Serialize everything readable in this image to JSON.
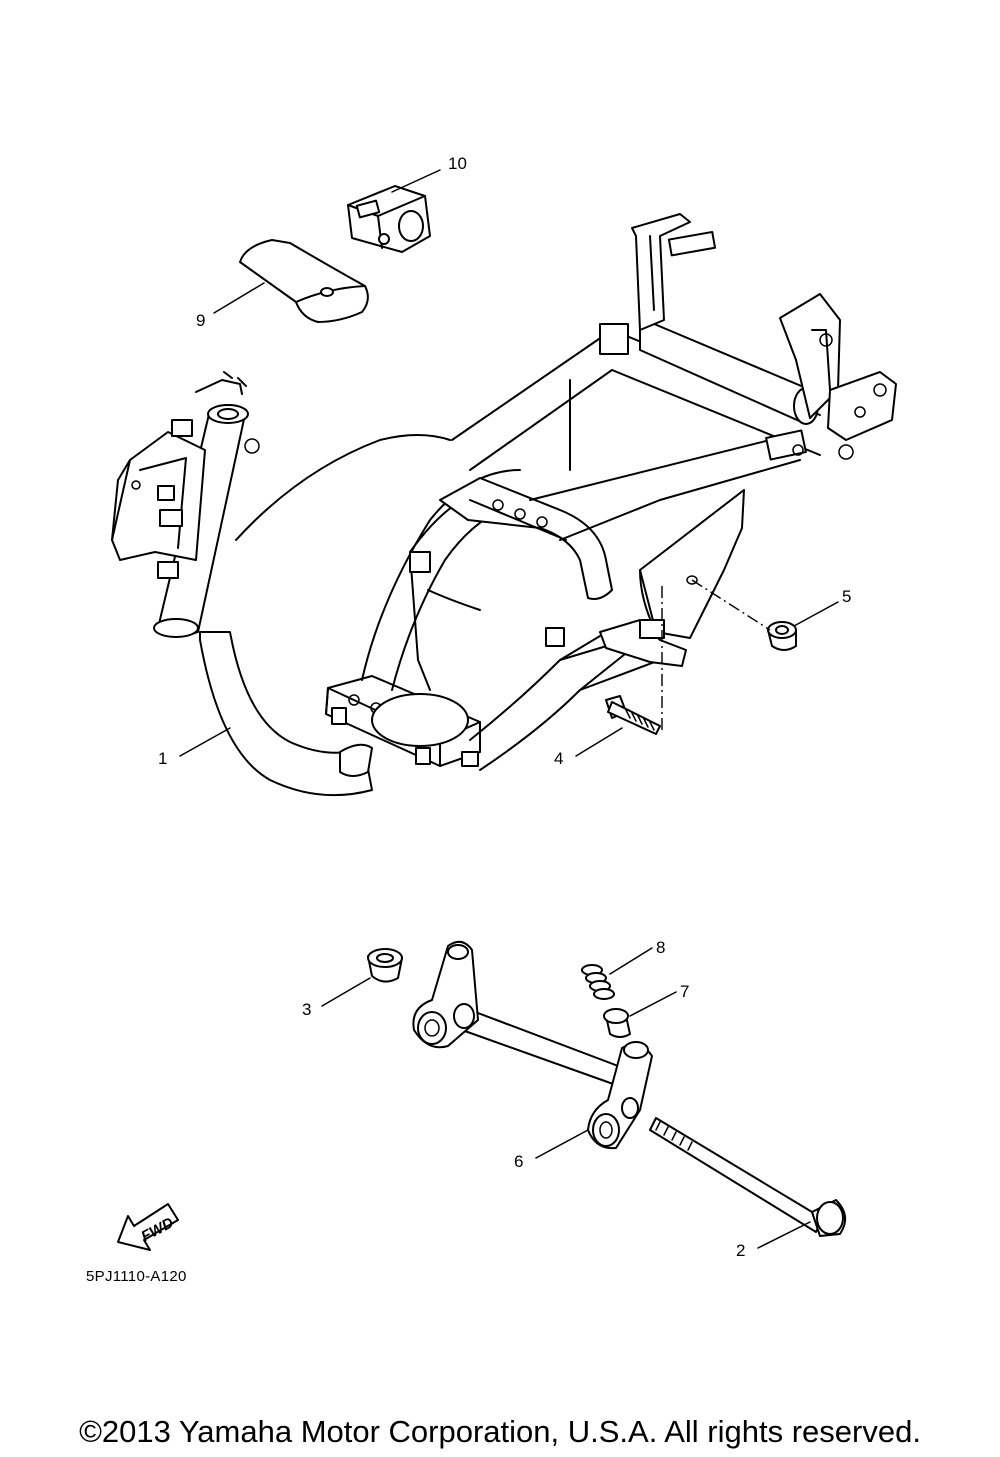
{
  "diagram": {
    "code": "5PJ1110-A120",
    "fwd_label": "FWD",
    "callouts": [
      {
        "id": "1",
        "label": "1"
      },
      {
        "id": "2",
        "label": "2"
      },
      {
        "id": "3",
        "label": "3"
      },
      {
        "id": "4",
        "label": "4"
      },
      {
        "id": "5",
        "label": "5"
      },
      {
        "id": "6",
        "label": "6"
      },
      {
        "id": "7",
        "label": "7"
      },
      {
        "id": "8",
        "label": "8"
      },
      {
        "id": "9",
        "label": "9"
      },
      {
        "id": "10",
        "label": "10"
      }
    ]
  },
  "footer": {
    "copyright": "©2013 Yamaha Motor Corporation, U.S.A. All rights reserved."
  }
}
